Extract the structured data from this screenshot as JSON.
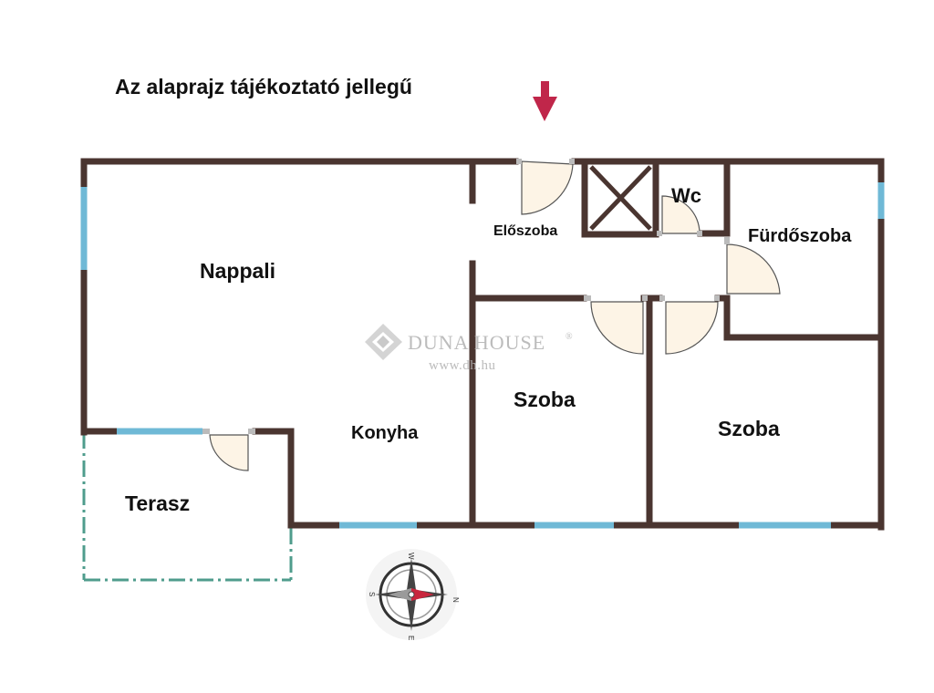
{
  "heading": "Az alaprajz tájékoztató jellegű",
  "rooms": {
    "nappali": "Nappali",
    "eloszoba": "Előszoba",
    "wc": "Wc",
    "furdoszoba": "Fürdőszoba",
    "szoba_1": "Szoba",
    "szoba_2": "Szoba",
    "konyha": "Konyha",
    "terasz": "Terasz"
  },
  "watermark": {
    "name": "DUNA HOUSE",
    "registered": "®",
    "url": "www.dh.hu"
  },
  "compass": {
    "north": "N",
    "south": "S",
    "east": "E",
    "west": "W"
  },
  "colors": {
    "wall": "#4a3530",
    "window": "#6fb9d6",
    "door_fill": "#fdf4e6",
    "terrace_outline": "#4f9c8c",
    "entrance_arrow": "#c0264a",
    "watermark": "#b5b5b5"
  }
}
